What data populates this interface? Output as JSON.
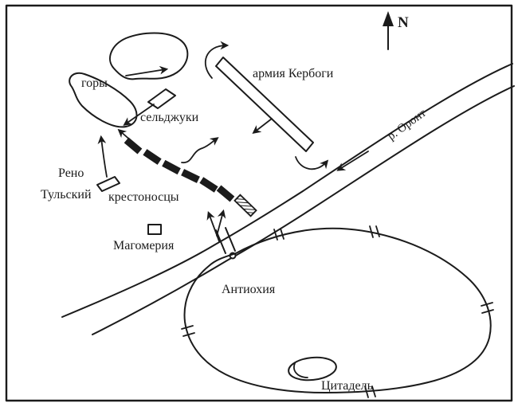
{
  "colors": {
    "ink": "#1b1b1b",
    "paper": "#ffffff"
  },
  "compass": {
    "north_label": "N"
  },
  "features": {
    "mountains": {
      "label": "горы"
    },
    "seljuks": {
      "label": "сельджуки"
    },
    "kerbogha_army": {
      "label": "армия Кербоги"
    },
    "river": {
      "label": "р. Оронт"
    },
    "reno": {
      "label_line1": "Рено",
      "label_line2": "Тульский"
    },
    "crusaders": {
      "label": "крестоносцы"
    },
    "mahomeria": {
      "label": "Магомерия"
    },
    "antioch": {
      "label": "Антиохия"
    },
    "citadel": {
      "label": "Цитадель"
    }
  }
}
